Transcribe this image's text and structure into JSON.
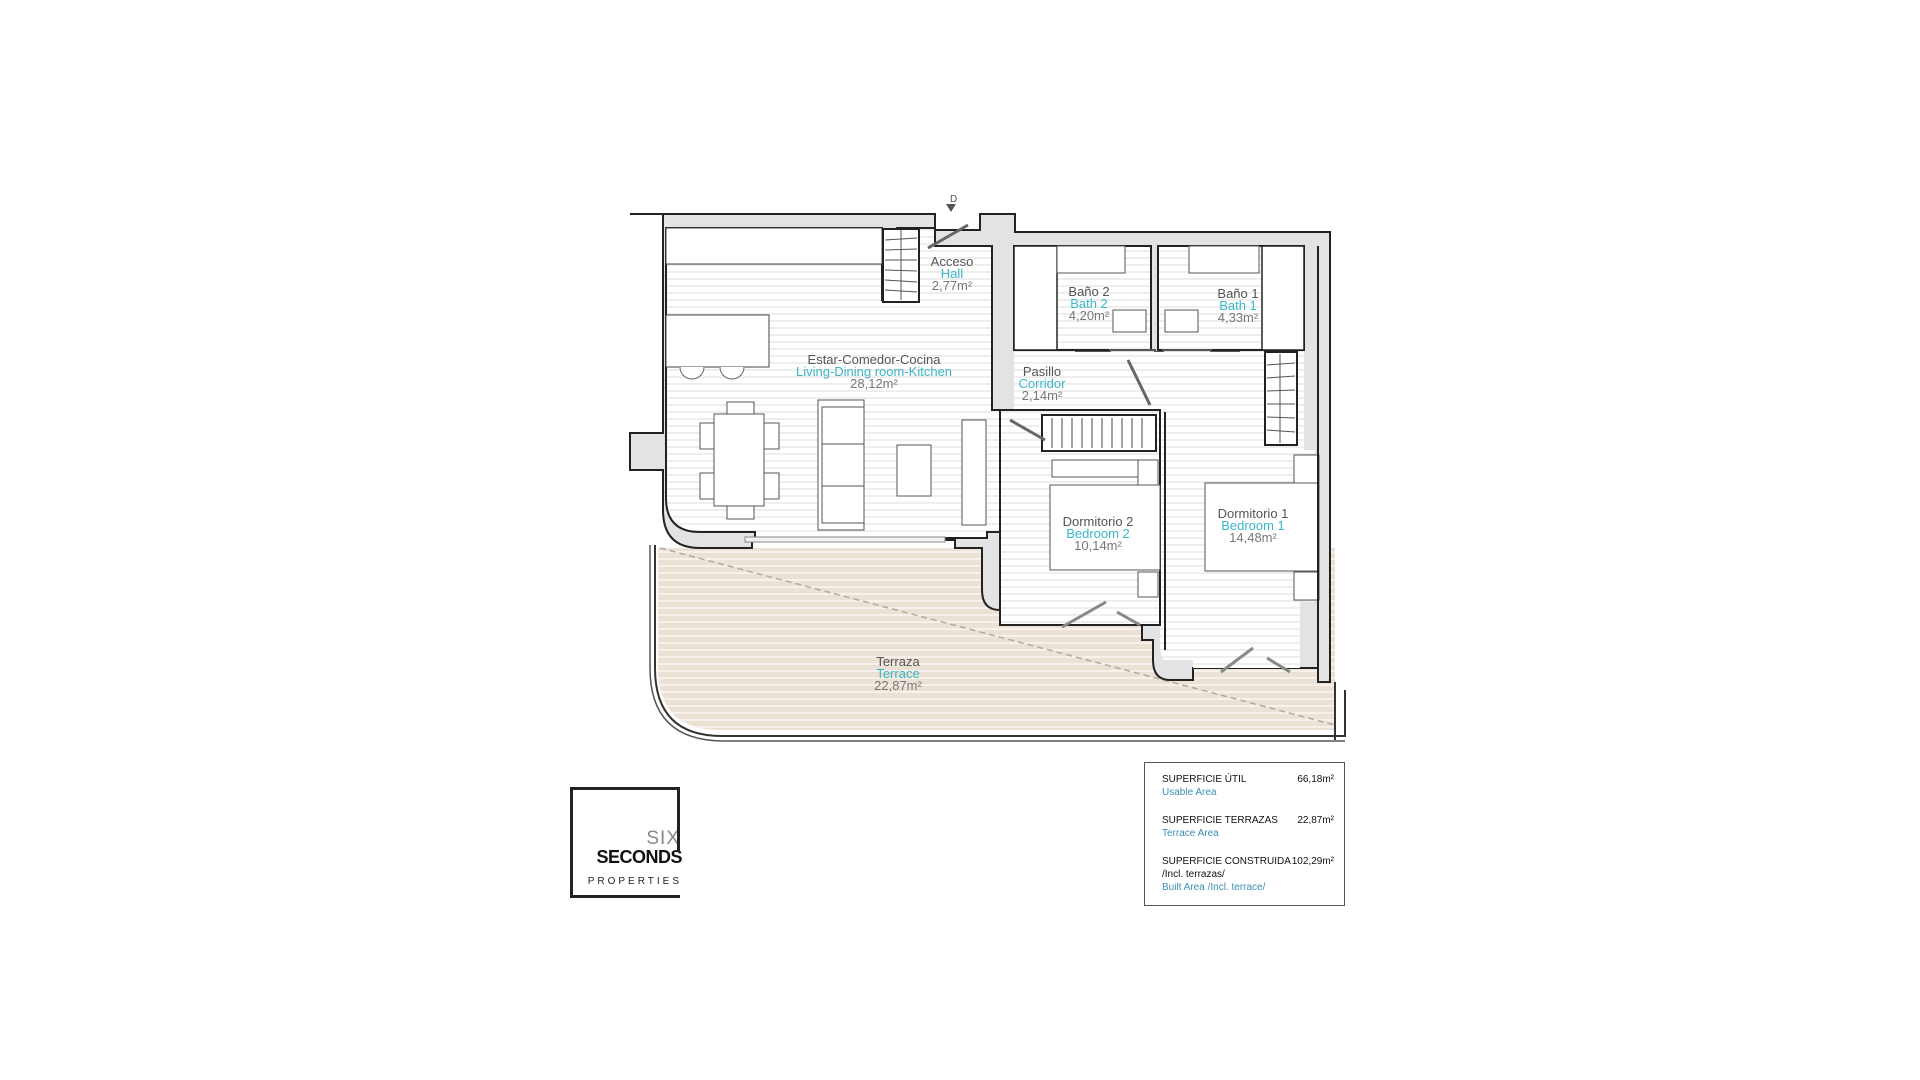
{
  "entrance_marker": "D",
  "rooms": [
    {
      "id": "hall",
      "name_es": "Acceso",
      "name_en": "Hall",
      "area": "2,77m²"
    },
    {
      "id": "living",
      "name_es": "Estar-Comedor-Cocina",
      "name_en": "Living-Dining room-Kitchen",
      "area": "28,12m²"
    },
    {
      "id": "bath2",
      "name_es": "Baño 2",
      "name_en": "Bath 2",
      "area": "4,20m²"
    },
    {
      "id": "bath1",
      "name_es": "Baño 1",
      "name_en": "Bath 1",
      "area": "4,33m²"
    },
    {
      "id": "corridor",
      "name_es": "Pasillo",
      "name_en": "Corridor",
      "area": "2,14m²"
    },
    {
      "id": "bedroom2",
      "name_es": "Dormitorio 2",
      "name_en": "Bedroom 2",
      "area": "10,14m²"
    },
    {
      "id": "bedroom1",
      "name_es": "Dormitorio 1",
      "name_en": "Bedroom 1",
      "area": "14,48m²"
    },
    {
      "id": "terrace",
      "name_es": "Terraza",
      "name_en": "Terrace",
      "area": "22,87m²"
    }
  ],
  "summary": [
    {
      "label": "SUPERFICIE ÚTIL",
      "sub": "",
      "label_en": "Usable Area",
      "value": "66,18m²"
    },
    {
      "label": "SUPERFICIE TERRAZAS",
      "sub": "",
      "label_en": "Terrace Area",
      "value": "22,87m²"
    },
    {
      "label": "SUPERFICIE CONSTRUIDA",
      "sub": "/Incl. terrazas/",
      "label_en": "Built Area /Incl. terrace/",
      "value": "102,29m²"
    }
  ],
  "logo": {
    "line1": "SIX",
    "line2": "SECONDS",
    "line3": "PROPERTIES"
  },
  "colors": {
    "wall_fill": "#e2e3e4",
    "wall_stroke": "#222222",
    "floor_lines": "#d8d8d8",
    "terrace": "#e8ddd0",
    "english_label": "#3bb6c9"
  }
}
